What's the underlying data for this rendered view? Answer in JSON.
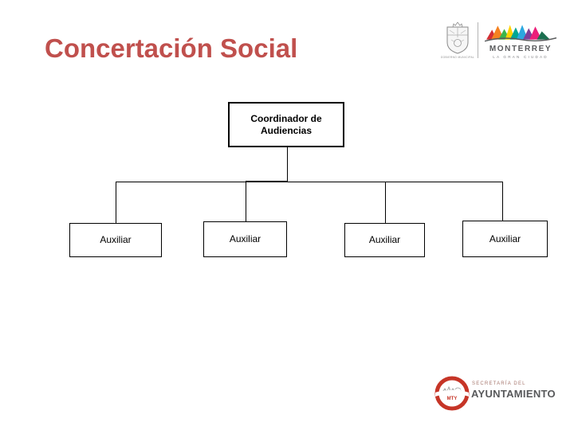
{
  "slide": {
    "title": "Concertación Social",
    "title_color": "#C0504D",
    "background_color": "#ffffff"
  },
  "header_logo": {
    "coat_caption": "GOBIERNO MUNICIPAL",
    "wordmark": "MONTERREY",
    "tagline": "LA GRAN CIUDAD",
    "wordmark_color": "#58595B",
    "mountain_colors": [
      "#D42E34",
      "#F58220",
      "#3BB54A",
      "#FFD200",
      "#00A693",
      "#2CA8E0",
      "#7F3F98",
      "#EC1E79",
      "#1B6E4F"
    ]
  },
  "org_chart": {
    "root": {
      "label": "Coordinador de Audiencias"
    },
    "children": [
      {
        "label": "Auxiliar"
      },
      {
        "label": "Auxiliar"
      },
      {
        "label": "Auxiliar"
      },
      {
        "label": "Auxiliar"
      }
    ],
    "line_color": "#000000"
  },
  "footer_logo": {
    "emblem_text": "MTY",
    "line1": "SECRETARÍA DEL",
    "line2": "AYUNTAMIENTO",
    "accent_color": "#C63527",
    "text_color": "#58595B"
  }
}
